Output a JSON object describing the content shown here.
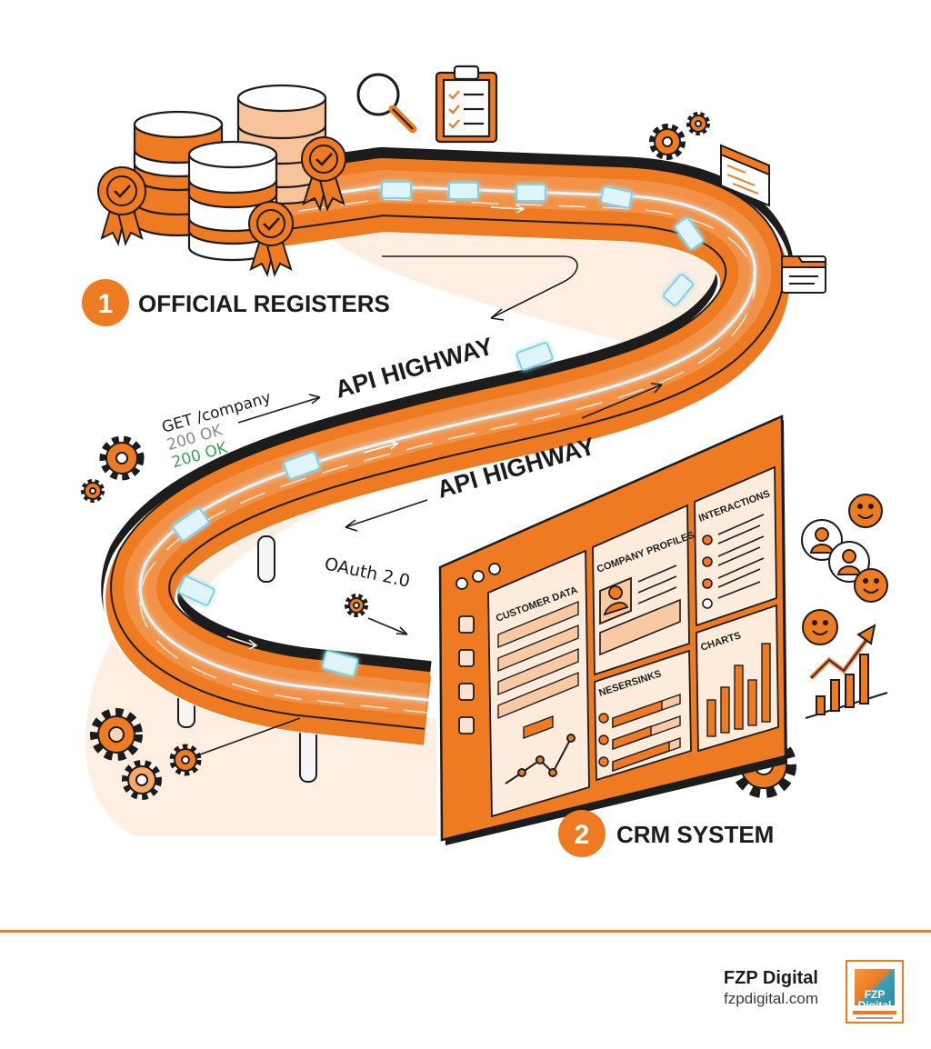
{
  "labels": {
    "registers_number": "1",
    "registers_title": "OFFICIAL REGISTERS",
    "highway_upper": "API HIGHWAY",
    "highway_lower": "API HIGHWAY",
    "request": "GET /company",
    "response_1": "200 OK",
    "response_2": "200 OK",
    "oauth": "OAuth 2.0",
    "crm_number": "2",
    "crm_title": "CRM SYSTEM"
  },
  "crm_panels": {
    "customer_data": "CUSTOMER DATA",
    "company_profiles": "COMPANY PROFILES",
    "interactions": "INTERACTIONS",
    "nesersinks": "NESERSINKS",
    "charts": "CHARTS"
  },
  "footer": {
    "brand_name": "FZP Digital",
    "brand_url": "fzpdigital.com",
    "logo_text": "FZP Digital"
  },
  "colors": {
    "accent": "#ee7a22",
    "accent_light": "#f8c9a3",
    "glow": "#bfe9f5",
    "ink": "#1c1c1c",
    "status_green": "#3aa35a",
    "status_gray": "#8a8a8a"
  },
  "icons": [
    "database-icon",
    "ribbon-badge-icon",
    "magnifier-icon",
    "clipboard-checklist-icon",
    "gear-icon",
    "code-window-icon",
    "folder-doc-icon",
    "smiley-icon",
    "user-group-icon",
    "growth-chart-icon"
  ]
}
